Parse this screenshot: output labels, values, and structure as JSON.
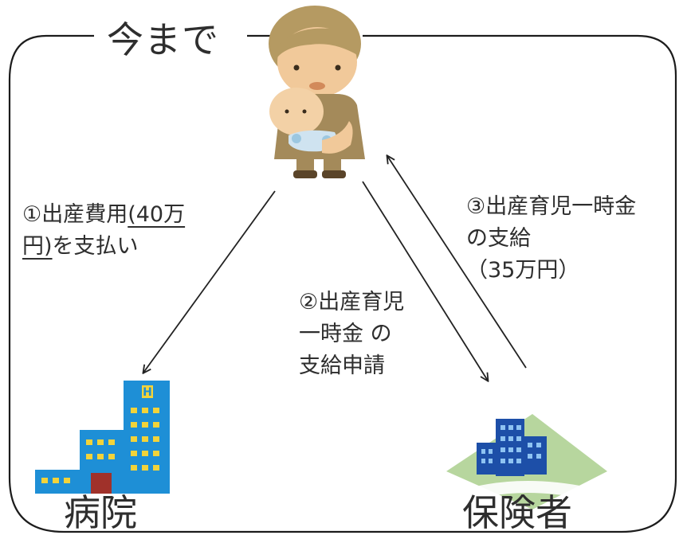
{
  "title": "今まで",
  "nodes": {
    "parent": {
      "icon": "parent-with-baby-icon"
    },
    "hospital": {
      "label": "病院",
      "icon": "hospital-building-icon"
    },
    "insurer": {
      "label": "保険者",
      "icon": "insurer-office-building-icon"
    }
  },
  "steps": {
    "step1": {
      "line1_a": "①出産費用",
      "line1_b": "(40万",
      "line2_a": "円)",
      "line2_b": "を支払い"
    },
    "step2": {
      "line1": "②出産育児",
      "line2": "一時金 の",
      "line3": "支給申請"
    },
    "step3": {
      "line1": "③出産育児一時金",
      "line2": "の支給",
      "line3": "（35万円）"
    }
  },
  "colors": {
    "frame": "#1c1c1c",
    "hospital_blue": "#1e8fd6",
    "hospital_window": "#f2d33a",
    "hospital_door": "#a0312a",
    "insurer_green": "#b7d69e",
    "insurer_blue": "#1d4fa8"
  }
}
